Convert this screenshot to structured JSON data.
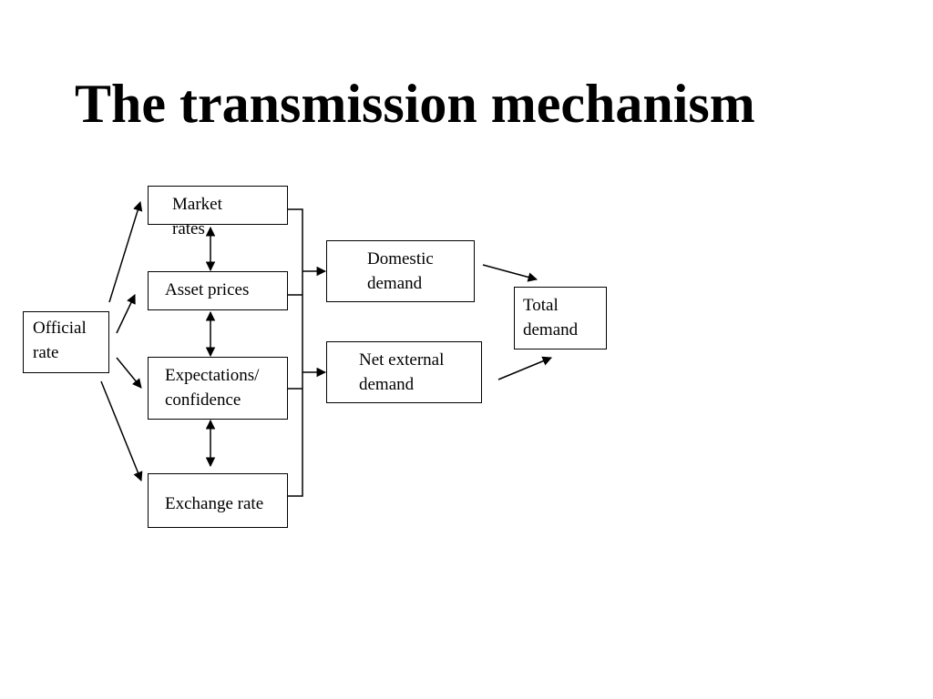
{
  "title": "The transmission mechanism",
  "nodes": {
    "official_rate": "Official\nrate",
    "market_rates": "Market\nrates",
    "asset_prices": "Asset prices",
    "expectations": "Expectations/\nconfidence",
    "exchange_rate": "Exchange rate",
    "domestic_demand": "Domestic\ndemand",
    "net_external_demand": "Net external\ndemand",
    "total_demand": "Total\ndemand"
  }
}
